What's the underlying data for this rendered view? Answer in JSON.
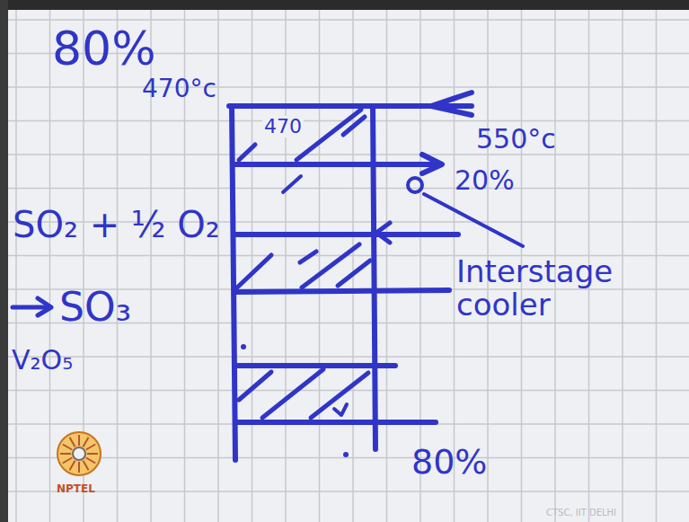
{
  "diagram": {
    "nodes": [
      {
        "text": [
          "470"
        ]
      }
    ],
    "labels": [
      "80%",
      "470°c",
      "550°c",
      "20%",
      "SO₂ + ½ O₂",
      "SO₃",
      "V₂O₅",
      "Interstage cooler",
      "80%",
      "NPTEL",
      "CTSC, IIT DELHI"
    ]
  }
}
